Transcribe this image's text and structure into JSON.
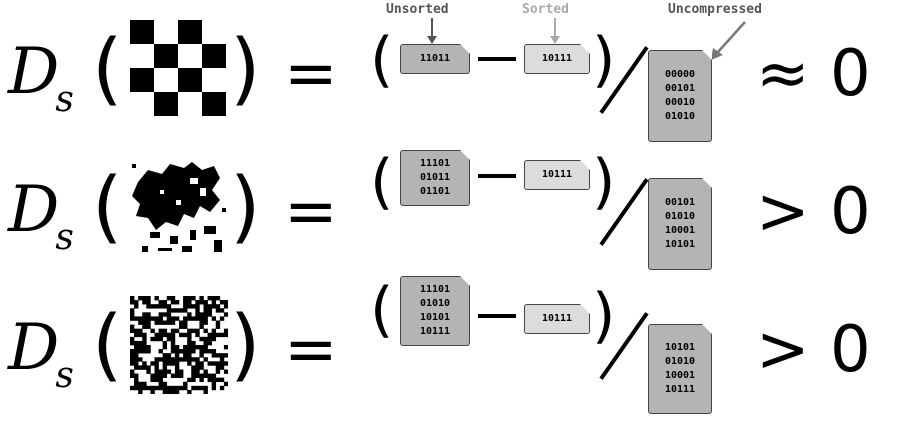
{
  "headers": {
    "unsorted": "Unsorted",
    "sorted": "Sorted",
    "uncompressed": "Uncompressed"
  },
  "colors": {
    "unsorted_header": "#555555",
    "sorted_header": "#aaaaaa",
    "uncompressed_header": "#555555",
    "dark_file": "#b4b4b4",
    "light_file": "#dcdcdc"
  },
  "rows": [
    {
      "pattern": "checkerboard",
      "operator_symbol": "D",
      "subscript": "s",
      "equals": "=",
      "unsorted_lines": [
        "11011"
      ],
      "sorted_lines": [
        "10111"
      ],
      "uncompressed_lines": [
        "00000",
        "00101",
        "00010",
        "01010"
      ],
      "relation": "≈",
      "value": "0"
    },
    {
      "pattern": "blob",
      "operator_symbol": "D",
      "subscript": "s",
      "equals": "=",
      "unsorted_lines": [
        "11101",
        "01011",
        "01101"
      ],
      "sorted_lines": [
        "10111"
      ],
      "uncompressed_lines": [
        "00101",
        "01010",
        "10001",
        "10101"
      ],
      "relation": ">",
      "value": "0"
    },
    {
      "pattern": "noise",
      "operator_symbol": "D",
      "subscript": "s",
      "equals": "=",
      "unsorted_lines": [
        "11101",
        "01010",
        "10101",
        "10111"
      ],
      "sorted_lines": [
        "10111"
      ],
      "uncompressed_lines": [
        "10101",
        "01010",
        "10001",
        "10111"
      ],
      "relation": ">",
      "value": "0"
    }
  ]
}
